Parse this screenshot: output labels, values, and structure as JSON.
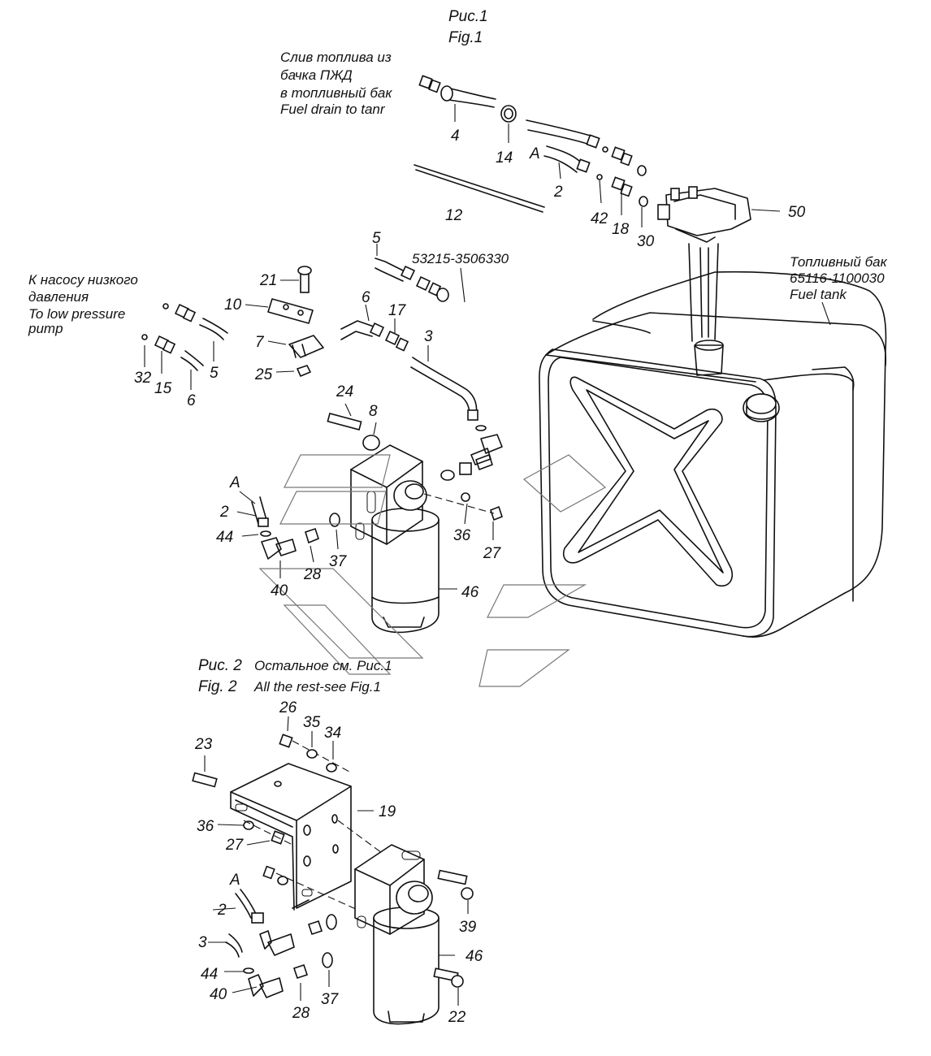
{
  "figure1": {
    "title_ru": "Рис.1",
    "title_en": "Fig.1"
  },
  "figure2": {
    "title_ru": "Рис. 2",
    "title_en": "Fig. 2",
    "note_ru": "Остальное см. Рис.1",
    "note_en": "All the rest-see Fig.1"
  },
  "captions": {
    "drain": [
      "Слив топлива из",
      "бачка ПЖД",
      "в топливный бак",
      "Fuel drain to tanr"
    ],
    "pump": [
      "К насосу низкого",
      "давления",
      "To low pressure",
      "pump"
    ],
    "tank": [
      "Топливный бак",
      "65116-1100030",
      "Fuel tank"
    ],
    "hose_part_no": "53215-3506330"
  },
  "fig1_callouts": {
    "c4": "4",
    "c14": "14",
    "cA_top": "A",
    "c2_top": "2",
    "c42": "42",
    "c18": "18",
    "c30": "30",
    "c50": "50",
    "c12": "12",
    "c5_top": "5",
    "c6_mid": "6",
    "c17": "17",
    "c3_mid": "3",
    "c21": "21",
    "c10": "10",
    "c7": "7",
    "c25": "25",
    "c32": "32",
    "c15": "15",
    "c6_left": "6",
    "c5_left": "5",
    "c24": "24",
    "c8": "8",
    "cA_mid": "A",
    "c2_mid": "2",
    "c44": "44",
    "c40": "40",
    "c28": "28",
    "c37": "37",
    "c36": "36",
    "c27": "27",
    "c46": "46"
  },
  "fig2_callouts": {
    "c26": "26",
    "c35": "35",
    "c34": "34",
    "c23": "23",
    "c19": "19",
    "c36": "36",
    "c27": "27",
    "cA": "A",
    "c2": "2",
    "c3": "3",
    "c44": "44",
    "c40": "40",
    "c28": "28",
    "c37": "37",
    "c39": "39",
    "c46": "46",
    "c22": "22"
  }
}
